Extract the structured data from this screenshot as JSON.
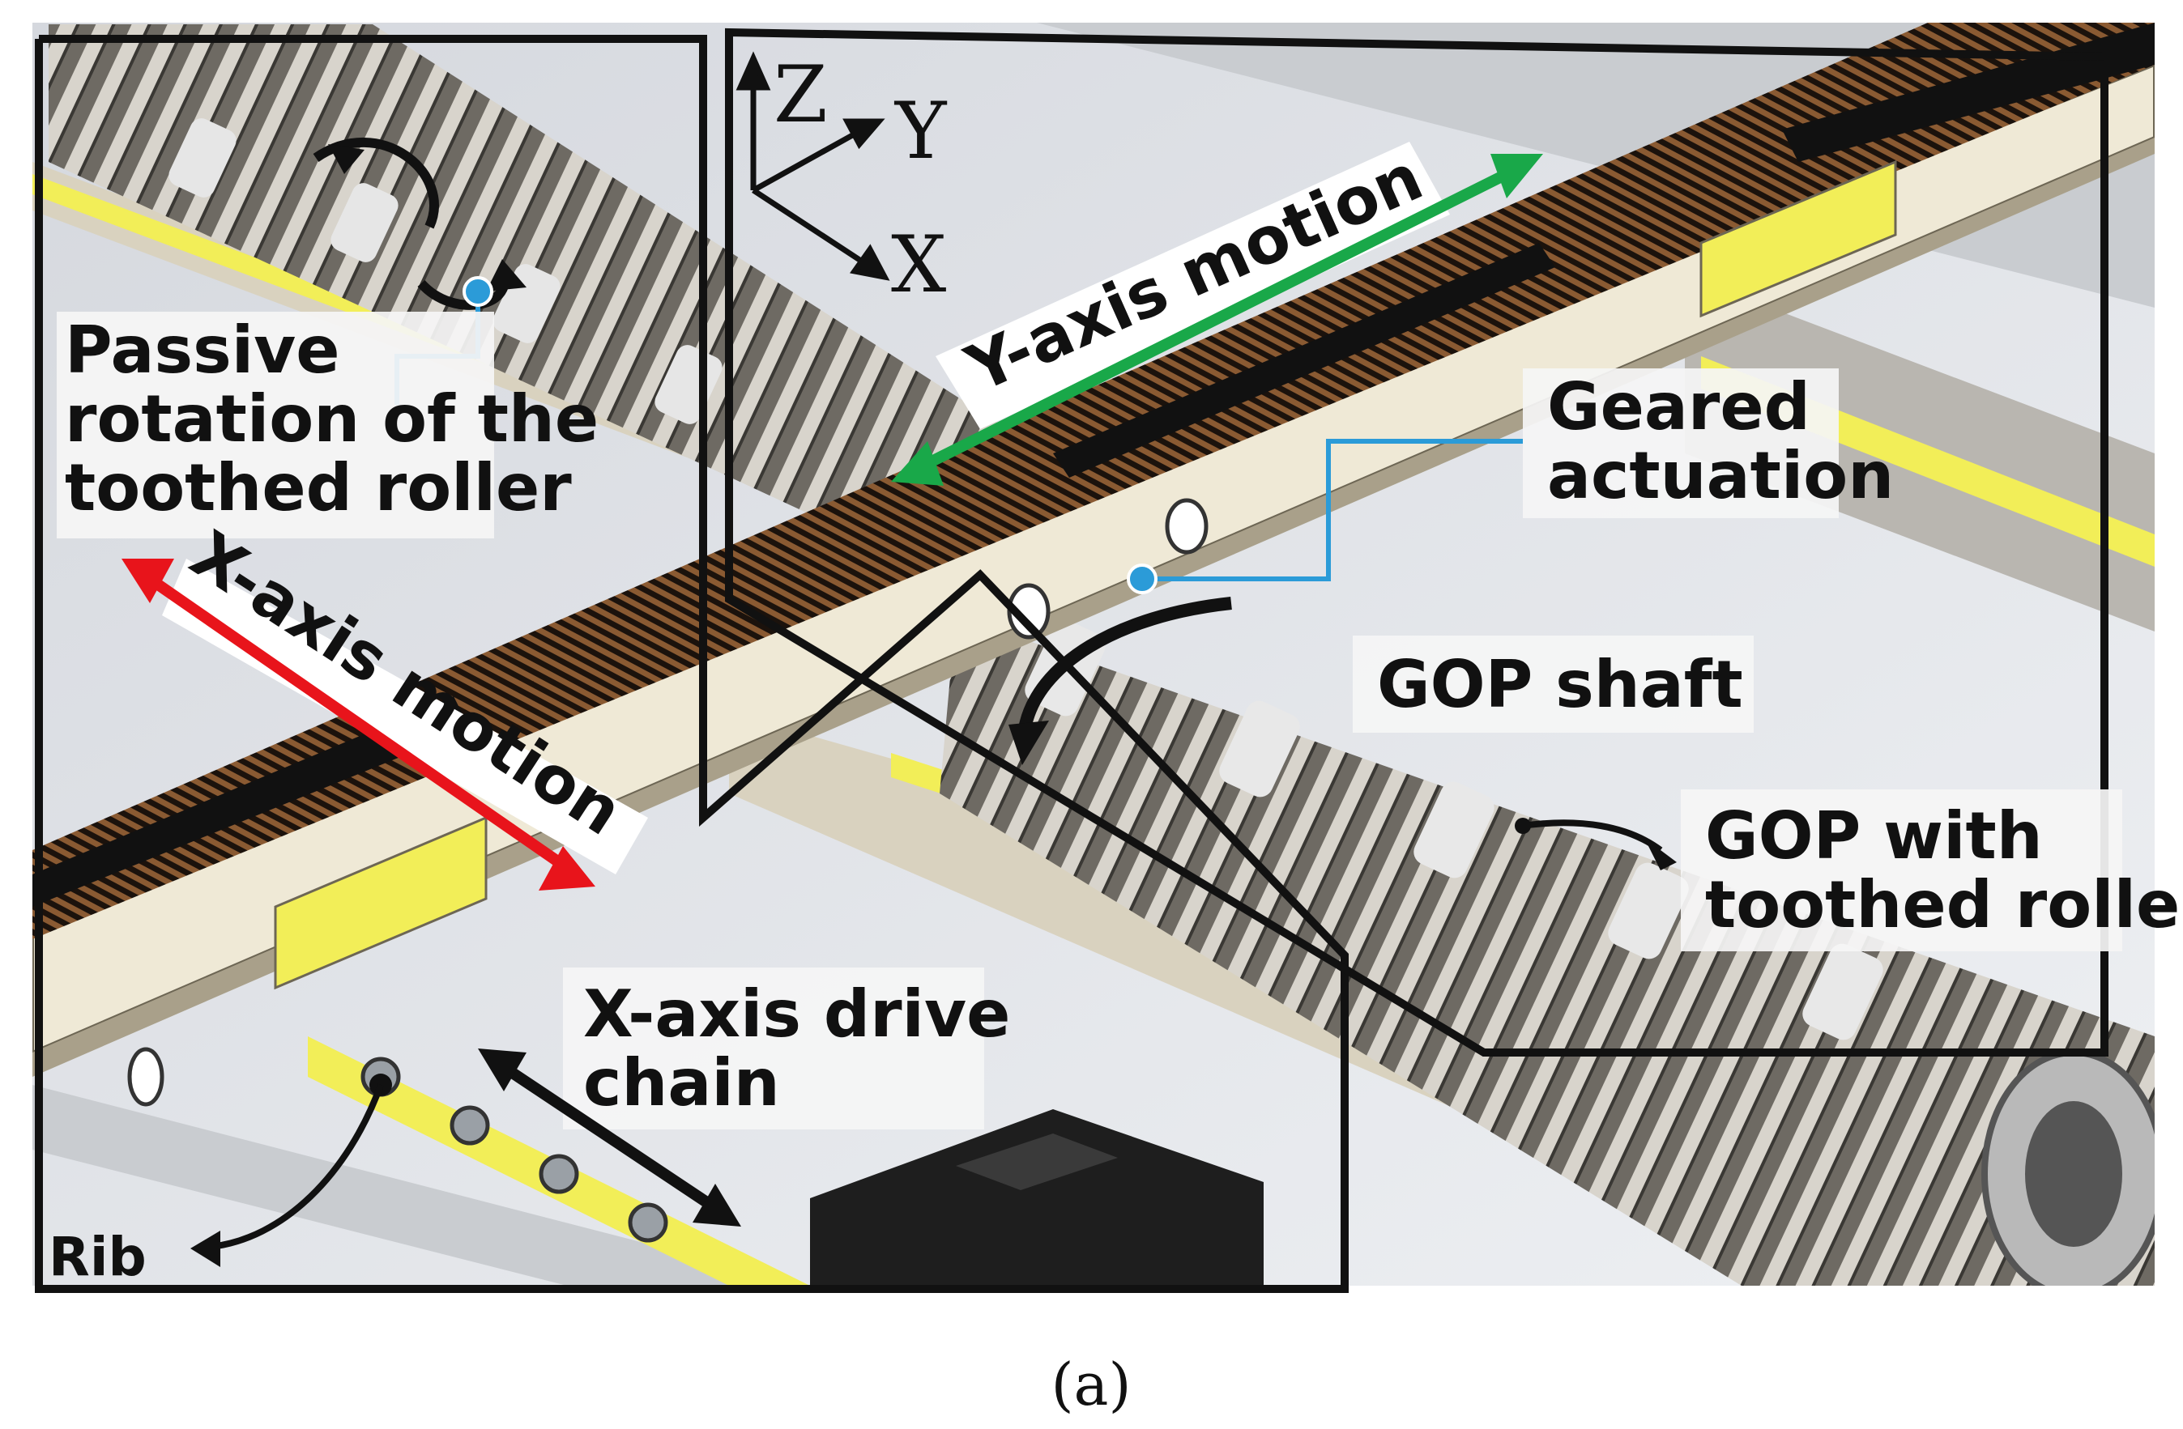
{
  "figure": {
    "caption": "(a)",
    "axes": {
      "z": "Z",
      "y": "Y",
      "x": "X"
    },
    "labels": {
      "passive_line1": "Passive",
      "passive_line2": "rotation of the",
      "passive_line3": "toothed roller",
      "x_motion": "X-axis motion",
      "y_motion": "Y-axis motion",
      "geared_line1": "Geared",
      "geared_line2": "actuation",
      "gop_shaft": "GOP shaft",
      "gop_roller_line1": "GOP with",
      "gop_roller_line2": "toothed roller",
      "drive_line1": "X-axis drive",
      "drive_line2": "chain",
      "rib": "Rib"
    },
    "colors": {
      "x_motion_arrow": "#e8141b",
      "y_motion_arrow": "#19a849",
      "callout_line": "#2b9bd8",
      "frame": "#111111",
      "yellow_strip": "#f2ee58",
      "beam": "#efe9d6",
      "rack_teeth": "#8a5a32"
    }
  }
}
